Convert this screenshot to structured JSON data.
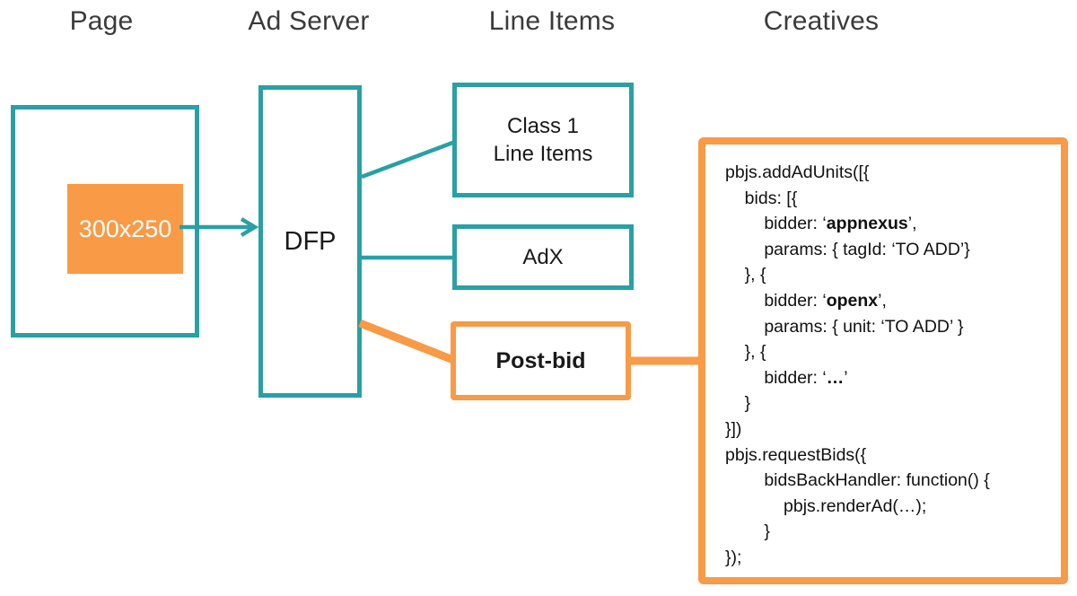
{
  "palette": {
    "teal": "#29A0A3",
    "orange": "#F89A46",
    "header_text": "#3B3B3B",
    "code_text": "#111111",
    "ad_slot_text": "#FFFFFF"
  },
  "headers": {
    "page": "Page",
    "ad_server": "Ad Server",
    "line_items": "Line Items",
    "creatives": "Creatives"
  },
  "page_column": {
    "ad_slot_label": "300x250"
  },
  "ad_server_column": {
    "dfp_label": "DFP"
  },
  "line_items_column": {
    "class1_label_line1": "Class 1",
    "class1_label_line2": "Line Items",
    "adx_label": "AdX",
    "postbid_label": "Post-bid"
  },
  "creatives_column": {
    "code_lines": [
      "pbjs.addAdUnits([{",
      "    bids: [{",
      "        bidder: ‘**appnexus**’,",
      "        params: { tagId: ‘TO ADD’}",
      "    }, {",
      "        bidder: ‘**openx**’,",
      "        params: { unit: ‘TO ADD’ }",
      "    }, {",
      "        bidder: ‘**…**’",
      "    }",
      "}])",
      "pbjs.requestBids({",
      "        bidsBackHandler: function() {",
      "            pbjs.renderAd(…);",
      "        }",
      "});"
    ]
  }
}
